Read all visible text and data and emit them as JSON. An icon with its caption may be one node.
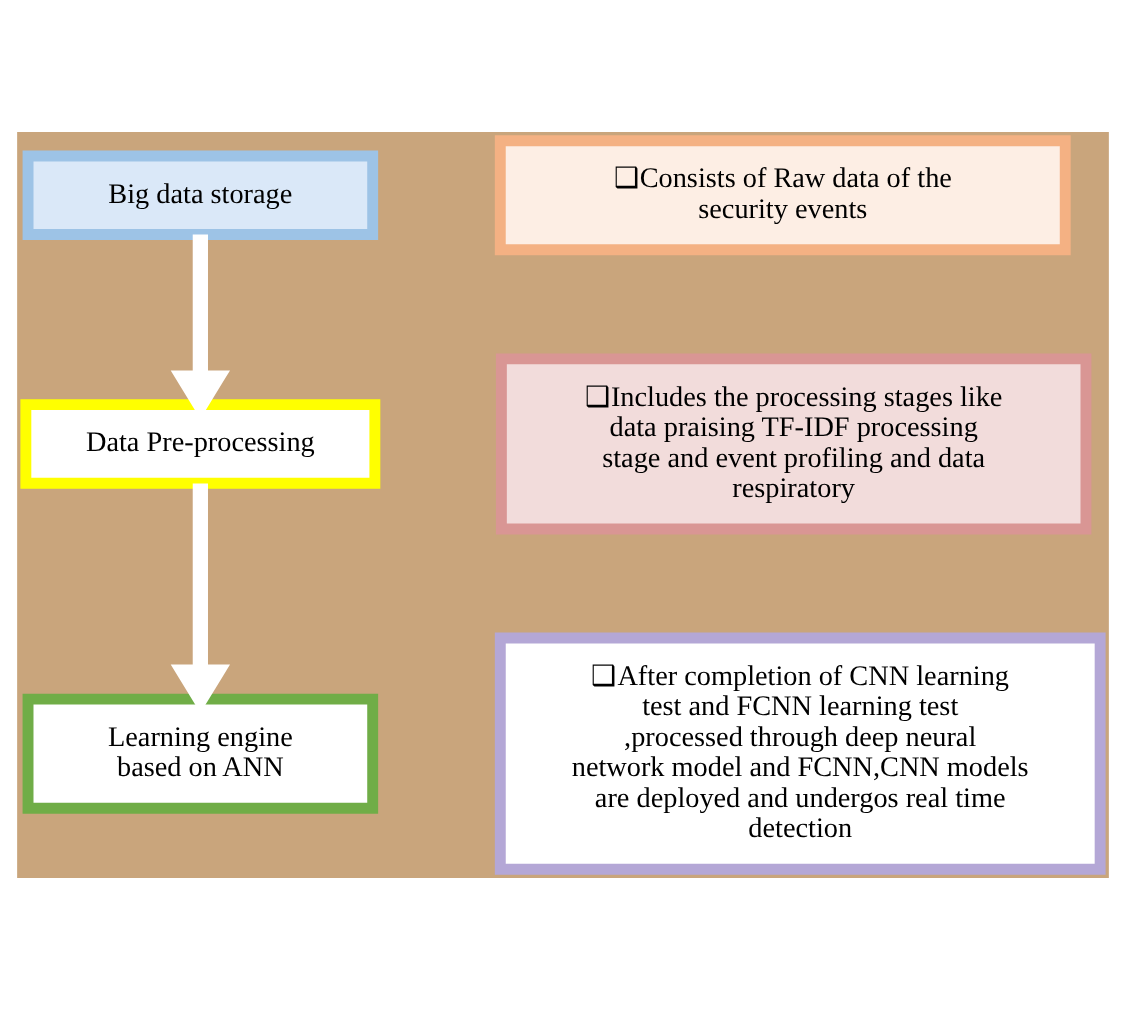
{
  "diagram": {
    "nodes": [
      {
        "text": [
          "Big data storage"
        ]
      },
      {
        "text": [
          "❑Consists of Raw data of the security events"
        ]
      },
      {
        "text": [
          "Data Pre-processing"
        ]
      },
      {
        "text": [
          "❑Includes the processing stages like data praising TF-IDF processing stage and event profiling and data respiratory"
        ]
      },
      {
        "text": [
          "Learning engine based on ANN"
        ]
      },
      {
        "text": [
          "❑After completion of CNN learning test and FCNN learning test ,processed through deep neural network model and FCNN,CNN models are deployed and undergos real time detection"
        ]
      }
    ],
    "edges": [
      {
        "from": 0,
        "to": 2,
        "arrow": "to"
      },
      {
        "from": 2,
        "to": 4,
        "arrow": "to"
      }
    ]
  }
}
